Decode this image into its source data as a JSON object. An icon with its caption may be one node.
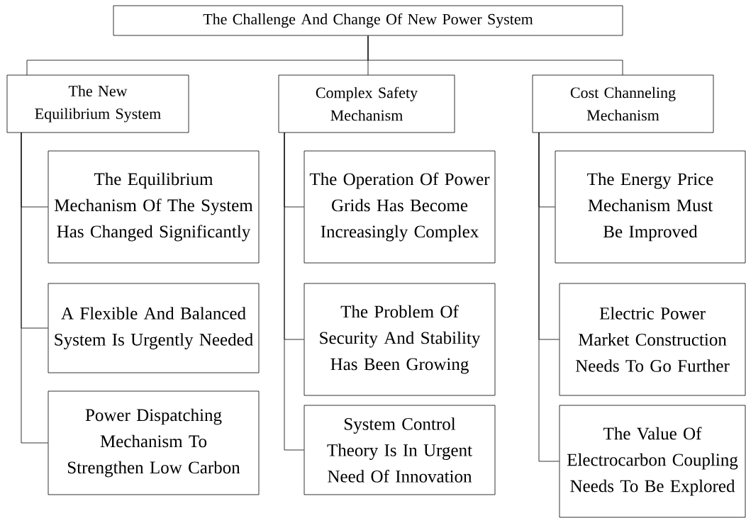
{
  "diagram": {
    "nodes": [
      {
        "text": [
          "The Challenge And Change Of New Power System"
        ]
      },
      {
        "text": [
          "The New Equilibrium System"
        ]
      },
      {
        "text": [
          "Complex Safety Mechanism"
        ]
      },
      {
        "text": [
          "Cost Channeling Mechanism"
        ]
      },
      {
        "text": [
          "The Equilibrium Mechanism Of The System Has Changed Significantly"
        ]
      },
      {
        "text": [
          "A Flexible And Balanced System Is Urgently Needed"
        ]
      },
      {
        "text": [
          "Power Dispatching Mechanism To Strengthen Low Carbon"
        ]
      },
      {
        "text": [
          "The Operation Of Power Grids Has Become Increasingly Complex"
        ]
      },
      {
        "text": [
          "The Problem Of Security And Stability Has Been Growing"
        ]
      },
      {
        "text": [
          "System Control Theory Is In Urgent Need Of Innovation"
        ]
      },
      {
        "text": [
          "The Energy Price Mechanism Must Be Improved"
        ]
      },
      {
        "text": [
          "Electric Power Market Construction Needs To Go Further"
        ]
      },
      {
        "text": [
          "The Value Of Electrocarbon Coupling Needs To Be Explored"
        ]
      }
    ],
    "edges": [
      {
        "from": 0,
        "to": 1,
        "arrow": "none"
      },
      {
        "from": 0,
        "to": 2,
        "arrow": "none"
      },
      {
        "from": 0,
        "to": 3,
        "arrow": "none"
      },
      {
        "from": 1,
        "to": 4,
        "arrow": "none"
      },
      {
        "from": 1,
        "to": 5,
        "arrow": "none"
      },
      {
        "from": 1,
        "to": 6,
        "arrow": "none"
      },
      {
        "from": 2,
        "to": 7,
        "arrow": "none"
      },
      {
        "from": 2,
        "to": 8,
        "arrow": "none"
      },
      {
        "from": 2,
        "to": 9,
        "arrow": "none"
      },
      {
        "from": 3,
        "to": 10,
        "arrow": "none"
      },
      {
        "from": 3,
        "to": 11,
        "arrow": "none"
      },
      {
        "from": 3,
        "to": 12,
        "arrow": "none"
      }
    ]
  }
}
